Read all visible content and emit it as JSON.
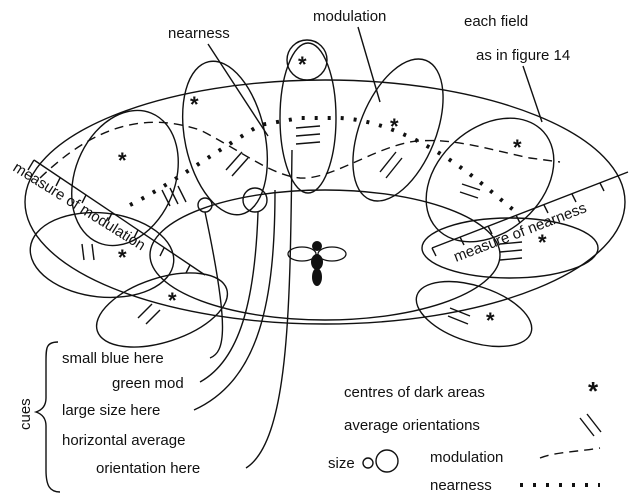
{
  "labels": {
    "nearness": "nearness",
    "modulation": "modulation",
    "each_field_line1": "each field",
    "each_field_line2": "as in figure 14",
    "measure_of_modulation": "measure of modulation",
    "measure_of_nearness": "measure of nearness"
  },
  "cues": {
    "title": "cues",
    "items": [
      "small blue here",
      "green mod",
      "large size here",
      "horizontal average",
      "orientation here"
    ]
  },
  "legend": {
    "centres": "centres of dark  areas",
    "orientations": "average orientations",
    "size": "size",
    "modulation": "modulation",
    "nearness": "nearness",
    "star_symbol": "*"
  },
  "field_marks": {
    "star": "*",
    "double_bar_vertical": "||",
    "equals": "="
  }
}
